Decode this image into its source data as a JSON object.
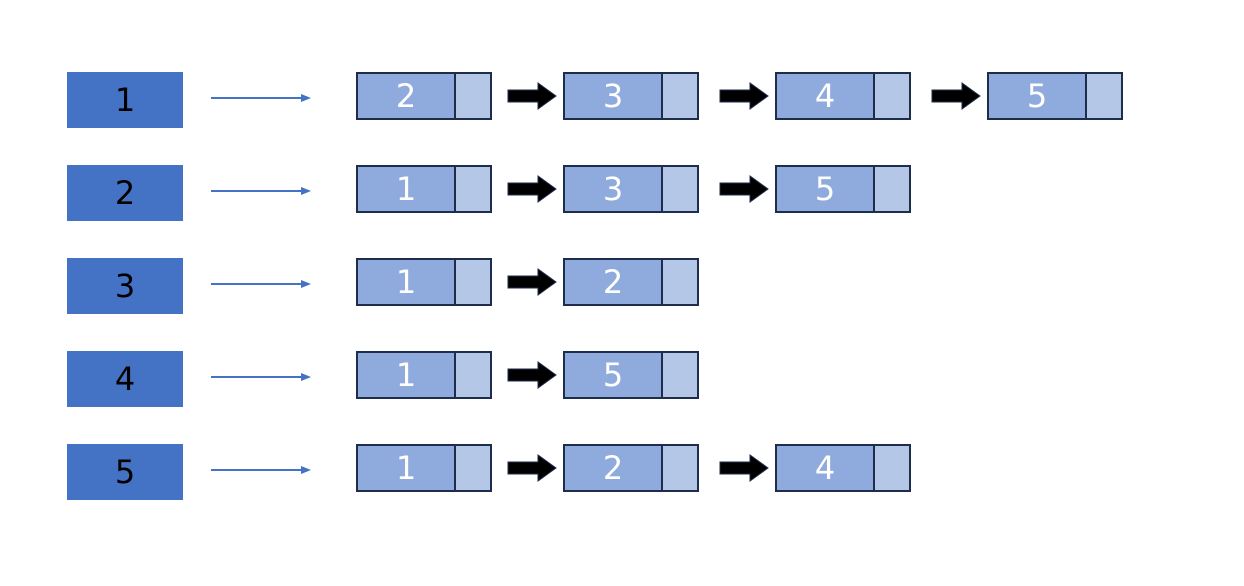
{
  "colors": {
    "head_fill": "#4472c4",
    "node_value_fill": "#8faadc",
    "node_next_fill": "#b4c7e7",
    "node_border": "#1f2d4d",
    "pointer_arrow": "#4472c4",
    "link_arrow": "#000000"
  },
  "rows": [
    {
      "vertex": "1",
      "neighbors": [
        "2",
        "3",
        "4",
        "5"
      ]
    },
    {
      "vertex": "2",
      "neighbors": [
        "1",
        "3",
        "5"
      ]
    },
    {
      "vertex": "3",
      "neighbors": [
        "1",
        "2"
      ]
    },
    {
      "vertex": "4",
      "neighbors": [
        "1",
        "5"
      ]
    },
    {
      "vertex": "5",
      "neighbors": [
        "1",
        "2",
        "4"
      ]
    }
  ]
}
